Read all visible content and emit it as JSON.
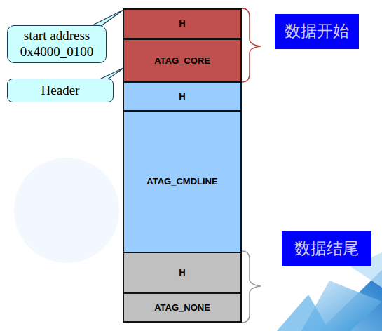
{
  "diagram": {
    "nodes": [
      {
        "text": [
          "start address 0x4000_0100"
        ]
      },
      {
        "text": [
          "Header"
        ]
      },
      {
        "text": [
          "H"
        ]
      },
      {
        "text": [
          "ATAG_CORE"
        ]
      },
      {
        "text": [
          "H"
        ]
      },
      {
        "text": [
          "ATAG_CMDLINE"
        ]
      },
      {
        "text": [
          "H"
        ]
      },
      {
        "text": [
          "ATAG_NONE"
        ]
      },
      {
        "text": [
          "数据开始"
        ]
      },
      {
        "text": [
          "数据结尾"
        ]
      }
    ]
  }
}
